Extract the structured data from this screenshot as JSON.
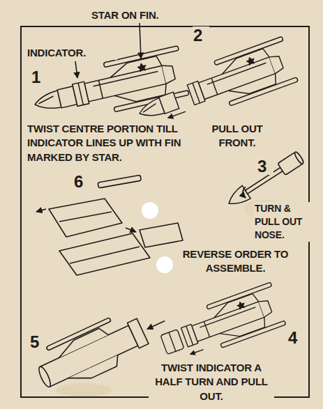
{
  "diagram": {
    "labels": [
      "STAR ON FIN.",
      "INDICATOR.",
      "1",
      "2",
      "TWIST CENTRE PORTION TILL INDICATOR LINES UP WITH FIN MARKED BY STAR.",
      "PULL OUT FRONT.",
      "3",
      "TURN & PULL OUT NOSE.",
      "6",
      "REVERSE ORDER TO ASSEMBLE.",
      "4",
      "5",
      "TWIST INDICATOR A HALF TURN AND PULL OUT."
    ]
  }
}
